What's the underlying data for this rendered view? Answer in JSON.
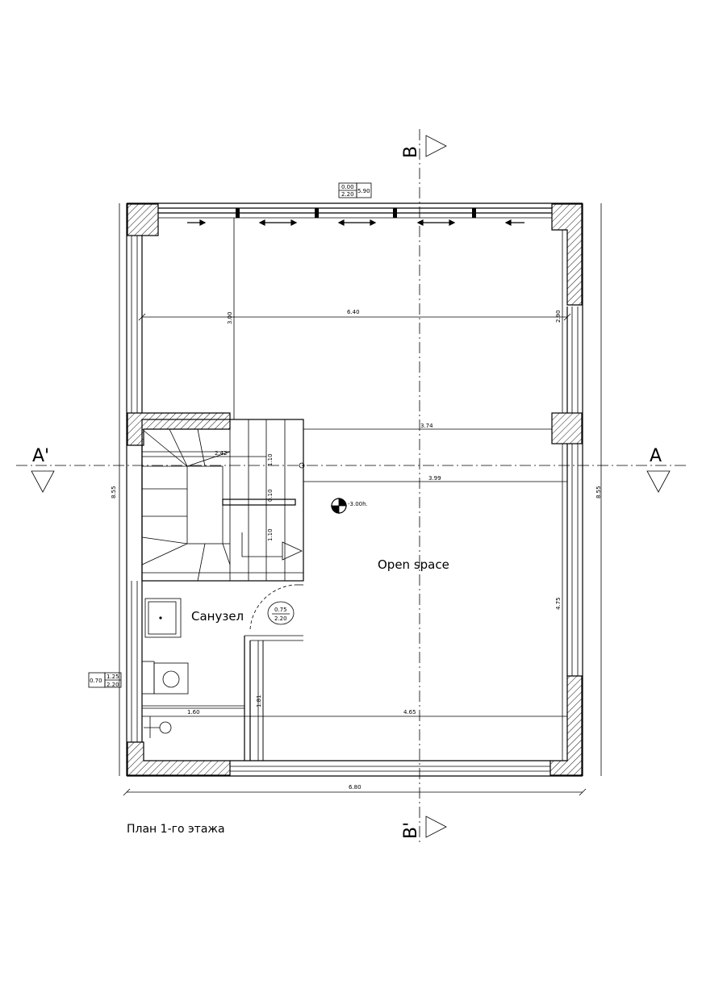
{
  "drawing": {
    "title": "План 1-го этажа",
    "rooms": {
      "open_space": "Open space",
      "bathroom": "Санузел"
    },
    "sections": {
      "a_left": "A'",
      "a_right": "A",
      "b_top": "B",
      "b_bottom": "B'"
    },
    "level_mark": "-3.00h.",
    "tags": {
      "top_window_sill": "0.00",
      "top_window_head": "2.20",
      "top_window_width": "5.90",
      "bath_door_width": "0.75",
      "bath_door_height": "2.20",
      "side_window_width": "0.70",
      "side_window_sill": "1.25",
      "side_window_head": "2.20"
    },
    "dimensions": {
      "overall_height_left": "8.55",
      "overall_height_right": "8.55",
      "overall_width": "6.80",
      "room_width_upper": "6.40",
      "room_depth_upper_left": "3.00",
      "room_depth_upper_right": "2.90",
      "width_mid": "3.74",
      "width_axis": "3.99",
      "stair_width": "2.42",
      "stair_dim_1": "1.10",
      "stair_dim_2": "0.10",
      "stair_dim_3": "1.10",
      "right_depth_lower": "4.75",
      "bath_width": "1.60",
      "lower_width": "4.65",
      "wall_depth_lower": "1.81"
    }
  }
}
